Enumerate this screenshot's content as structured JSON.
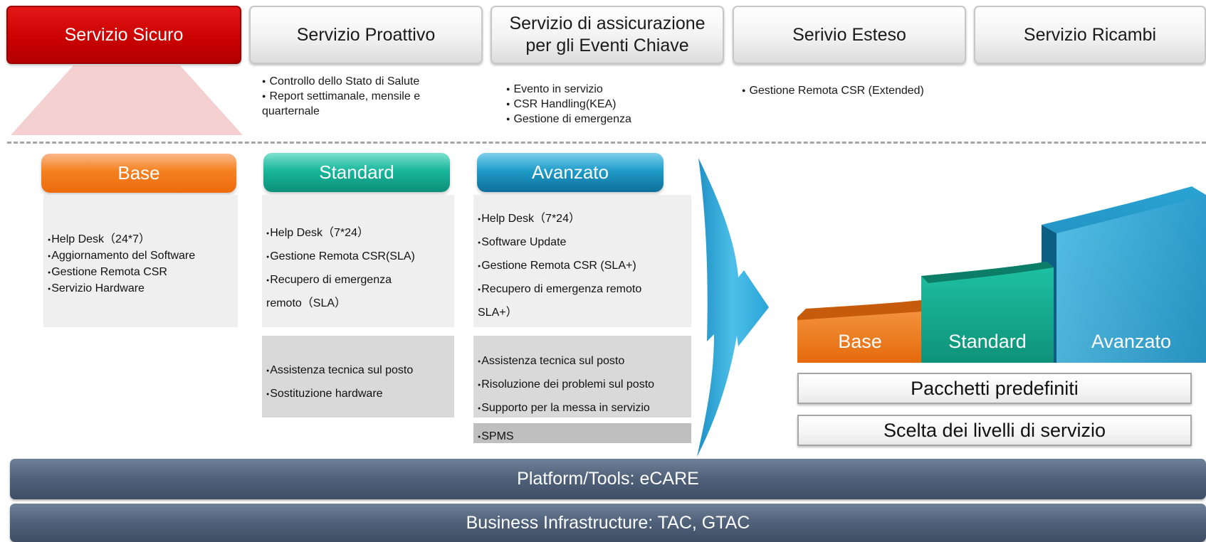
{
  "services": [
    {
      "label": "Servizio Sicuro",
      "active": true
    },
    {
      "label": "Servizio Proattivo",
      "active": false
    },
    {
      "label": "Servizio di assicurazione\nper gli Eventi Chiave",
      "active": false
    },
    {
      "label": "Serivio Esteso",
      "active": false
    },
    {
      "label": "Servizio Ricambi",
      "active": false
    }
  ],
  "service_details": {
    "proattivo": [
      "Controllo dello Stato di Salute",
      "Report settimanale, mensile e quarternale"
    ],
    "eventi_chiave": [
      "Evento in servizio",
      "CSR Handling(KEA)",
      "Gestione di emergenza"
    ],
    "esteso": [
      "Gestione Remota CSR (Extended)"
    ]
  },
  "levels": {
    "base": {
      "title": "Base",
      "remote": [
        "Help Desk（24*7）",
        "Aggiornamento del Software",
        "Gestione Remota CSR",
        "Servizio Hardware"
      ]
    },
    "standard": {
      "title": "Standard",
      "remote": [
        "Help Desk（7*24）",
        "Gestione Remota CSR(SLA)",
        "Recupero di emergenza remoto（SLA）"
      ],
      "onsite": [
        "Assistenza tecnica sul posto",
        "Sostituzione hardware"
      ]
    },
    "avanzato": {
      "title": "Avanzato",
      "remote": [
        "Help Desk（7*24）",
        "Software Update",
        "Gestione Remota CSR (SLA+)",
        "Recupero di emergenza remoto SLA+）"
      ],
      "onsite": [
        "Assistenza tecnica sul posto",
        "Risoluzione dei problemi sul posto",
        "Supporto per la messa in servizio"
      ],
      "extra": [
        "SPMS"
      ]
    }
  },
  "steps": {
    "base": "Base",
    "standard": "Standard",
    "avanzato": "Avanzato"
  },
  "options": {
    "packages": "Pacchetti predefiniti",
    "levels": "Scelta dei livelli di servizio"
  },
  "bars": {
    "platform": "Platform/Tools: eCARE",
    "infrastructure": "Business Infrastructure: TAC, GTAC"
  },
  "colors": {
    "active_red": "#cc0000",
    "base_orange": "#f4801f",
    "standard_teal": "#19b79b",
    "avanzato_blue": "#1f9cc9",
    "bar_slate": "#4f6079"
  }
}
